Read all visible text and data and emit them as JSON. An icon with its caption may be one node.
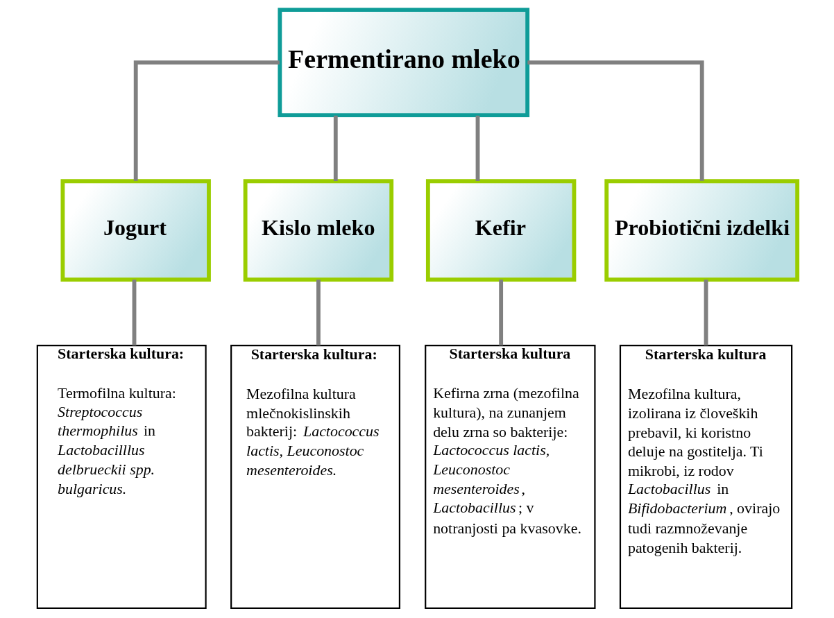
{
  "diagram": {
    "nodes": [
      {
        "text": [
          "Fermentirano mleko"
        ]
      },
      {
        "text": [
          "Jogurt"
        ]
      },
      {
        "text": [
          "Kislo mleko"
        ]
      },
      {
        "text": [
          "Kefir"
        ]
      },
      {
        "text": [
          "Probiotični izdelki"
        ]
      },
      {
        "text": [
          "Starterska kultura:",
          "Termofilna kultura: *Streptococcus thermophilus* in *Lactobacilllus delbrueckii spp. bulgaricus.*"
        ]
      },
      {
        "text": [
          "Starterska kultura:",
          "Mezofilna kultura mlečnokislinskih bakterij: *Lactococcus lactis, Leuconostoc mesenteroides.*"
        ]
      },
      {
        "text": [
          "Starterska kultura",
          "Kefirna zrna (mezofilna kultura), na zunanjem delu zrna so bakterije: *Lactococcus lactis, Leuconostoc mesenteroides*, *Lactobacillus*; v notranjosti pa kvasovke."
        ]
      },
      {
        "text": [
          "Starterska kultura",
          "Mezofilna kultura, izolirana iz človeških prebavil, ki koristno deluje na gostitelja. Ti mikrobi, iz rodov *Lactobacillus* in *Bifidobacterium*, ovirajo tudi razmnoževanje patogenih bakterij."
        ]
      }
    ],
    "edges": [
      {
        "from": 0,
        "to": 1,
        "arrow": "none"
      },
      {
        "from": 0,
        "to": 2,
        "arrow": "none"
      },
      {
        "from": 0,
        "to": 3,
        "arrow": "none"
      },
      {
        "from": 0,
        "to": 4,
        "arrow": "none"
      },
      {
        "from": 1,
        "to": 5,
        "arrow": "none"
      },
      {
        "from": 2,
        "to": 6,
        "arrow": "none"
      },
      {
        "from": 3,
        "to": 7,
        "arrow": "none"
      },
      {
        "from": 4,
        "to": 8,
        "arrow": "none"
      }
    ]
  }
}
